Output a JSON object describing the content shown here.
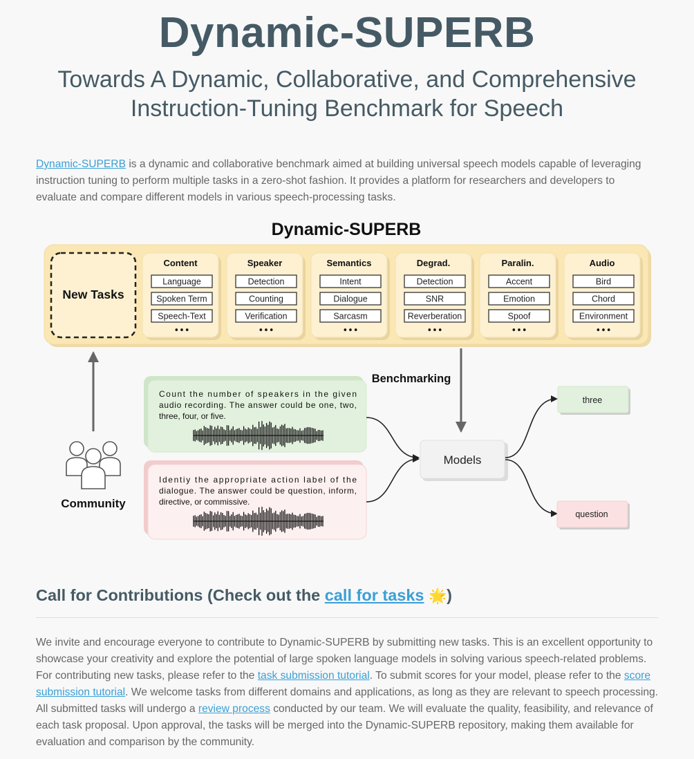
{
  "header": {
    "title": "Dynamic-SUPERB",
    "subtitle_line1": "Towards A Dynamic, Collaborative, and Comprehensive",
    "subtitle_line2": "Instruction-Tuning Benchmark for Speech"
  },
  "intro": {
    "link_text": "Dynamic-SUPERB",
    "text": " is a dynamic and collaborative benchmark aimed at building universal speech models capable of leveraging instruction tuning to perform multiple tasks in a zero-shot fashion. It provides a platform for researchers and developers to evaluate and compare different models in various speech-processing tasks."
  },
  "figure": {
    "title": "Dynamic-SUPERB",
    "new_tasks_label": "New Tasks",
    "ellipsis": "•••",
    "categories": [
      {
        "name": "Content",
        "items": [
          "Language",
          "Spoken Term",
          "Speech-Text"
        ]
      },
      {
        "name": "Speaker",
        "items": [
          "Detection",
          "Counting",
          "Verification"
        ]
      },
      {
        "name": "Semantics",
        "items": [
          "Intent",
          "Dialogue",
          "Sarcasm"
        ]
      },
      {
        "name": "Degrad.",
        "items": [
          "Detection",
          "SNR",
          "Reverberation"
        ]
      },
      {
        "name": "Paralin.",
        "items": [
          "Accent",
          "Emotion",
          "Spoof"
        ]
      },
      {
        "name": "Audio",
        "items": [
          "Bird",
          "Chord",
          "Environment"
        ]
      }
    ],
    "benchmarking_label": "Benchmarking",
    "community_label": "Community",
    "models_label": "Models",
    "prompt1": [
      "Count the number of speakers in the given",
      "audio recording. The answer could be one, two,",
      "three, four, or five."
    ],
    "prompt2": [
      "Identiy the appropriate action label of the",
      "dialogue. The answer could be question, inform,",
      "directive, or commissive."
    ],
    "output1": "three",
    "output2": "question",
    "colors": {
      "panel_fill": "#fbe7b3",
      "green_fill": "#e2f1dd",
      "red_fill": "#fbe1e1",
      "models_fill": "#f2f2f2"
    }
  },
  "contributions": {
    "heading_text": "Call for Contributions (Check out the ",
    "heading_link": "call for tasks",
    "heading_emoji": "🌟",
    "heading_close": ")",
    "p1": "We invite and encourage everyone to contribute to Dynamic-SUPERB by submitting new tasks. This is an excellent opportunity to showcase your creativity and explore the potential of large spoken language models in solving various speech-related problems. For contributing new tasks, please refer to the ",
    "link1": "task submission tutorial",
    "p2": ". To submit scores for your model, please refer to the ",
    "link2": "score submission tutorial",
    "p3": ". We welcome tasks from different domains and applications, as long as they are relevant to speech processing. All submitted tasks will undergo a ",
    "link3": "review process",
    "p4": " conducted by our team. We will evaluate the quality, feasibility, and relevance of each task proposal. Upon approval, the tasks will be merged into the Dynamic-SUPERB repository, making them available for evaluation and comparison by the community."
  }
}
